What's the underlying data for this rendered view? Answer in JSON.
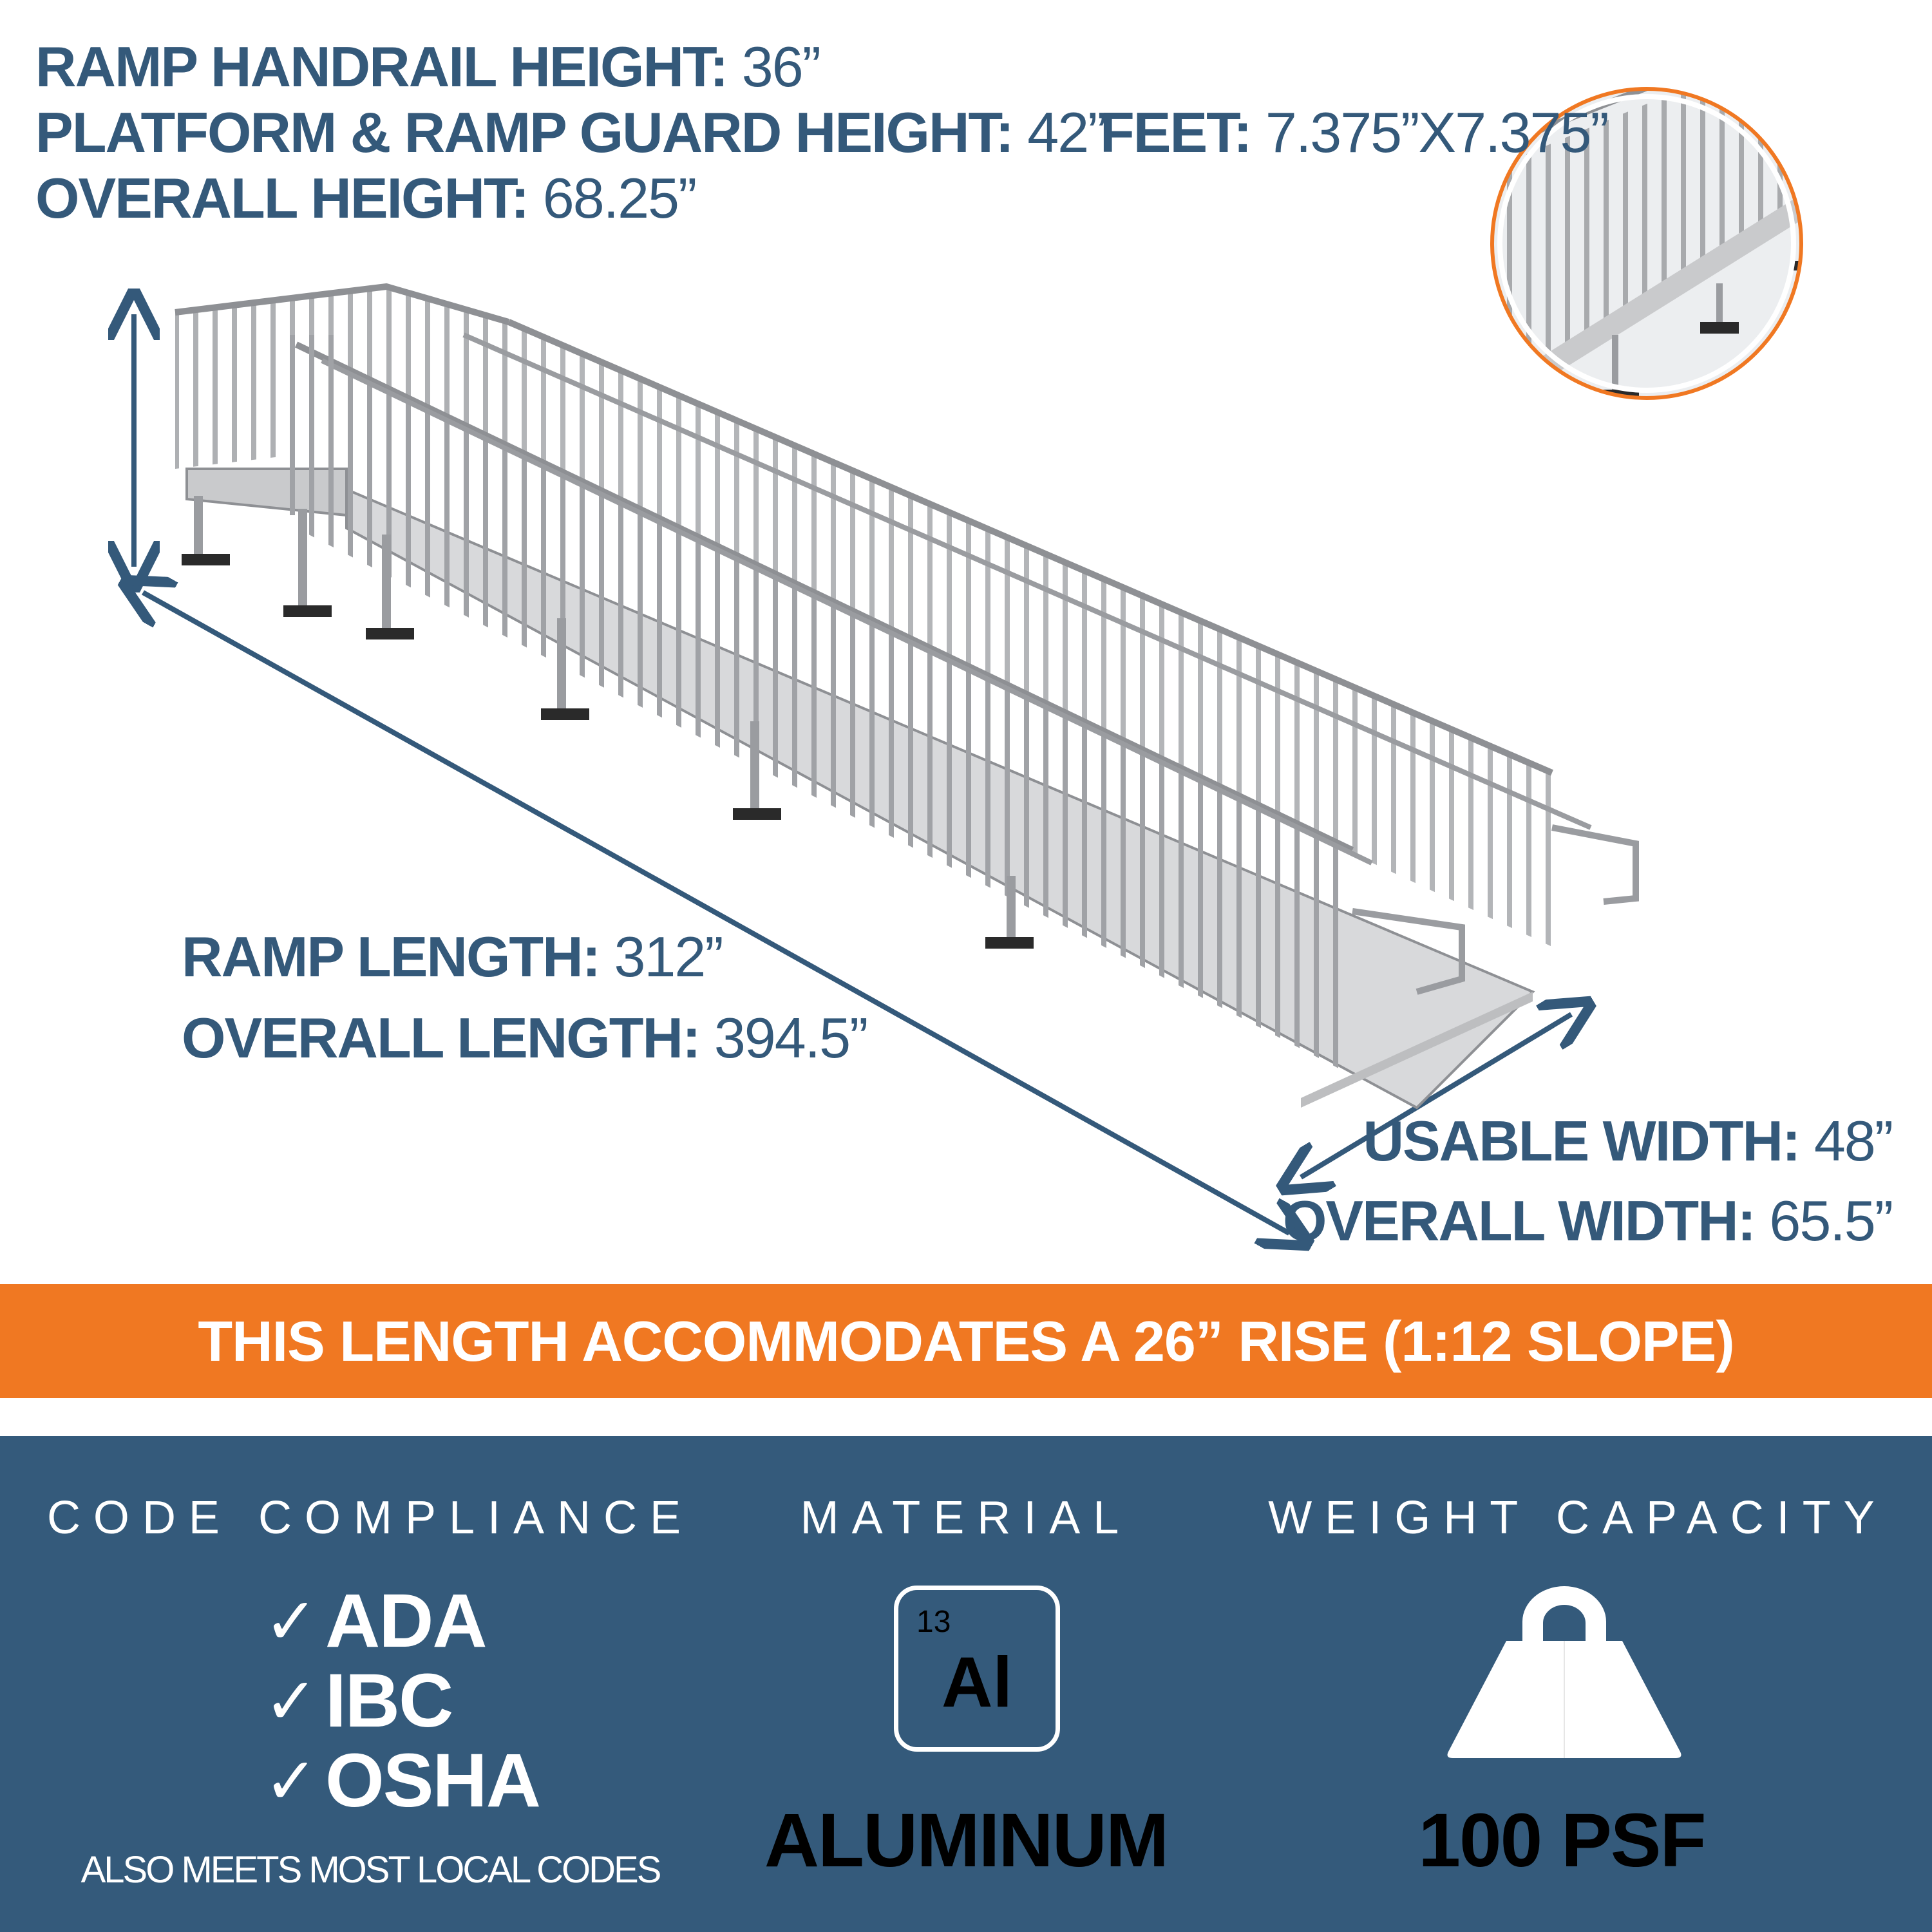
{
  "specs": {
    "handrail": {
      "label": "RAMP HANDRAIL HEIGHT:",
      "value": "36”"
    },
    "guard": {
      "label": "PLATFORM & RAMP GUARD HEIGHT:",
      "value": "42”"
    },
    "overall_height": {
      "label": "OVERALL HEIGHT:",
      "value": "68.25”"
    },
    "feet": {
      "label": "FEET:",
      "value": "7.375”X7.375”"
    },
    "ramp_length": {
      "label": "RAMP LENGTH:",
      "value": "312”"
    },
    "overall_length": {
      "label": "OVERALL LENGTH:",
      "value": "394.5”"
    },
    "usable_width": {
      "label": "USABLE WIDTH:",
      "value": "48”"
    },
    "overall_width": {
      "label": "OVERALL WIDTH:",
      "value": "65.5”"
    }
  },
  "banner": "THIS LENGTH ACCOMMODATES A 26” RISE (1:12 SLOPE)",
  "code_compliance": {
    "title": "CODE COMPLIANCE",
    "items": [
      "ADA",
      "IBC",
      "OSHA"
    ],
    "check_mark": "✓",
    "note": "ALSO MEETS MOST LOCAL CODES"
  },
  "material": {
    "title": "MATERIAL",
    "atomic_number": "13",
    "symbol": "Al",
    "name": "ALUMINUM"
  },
  "weight_capacity": {
    "title": "WEIGHT CAPACITY",
    "value": "100 PSF"
  },
  "colors": {
    "navy": "#34597a",
    "orange": "#f07822",
    "bottom_panel": "#345a7b"
  }
}
